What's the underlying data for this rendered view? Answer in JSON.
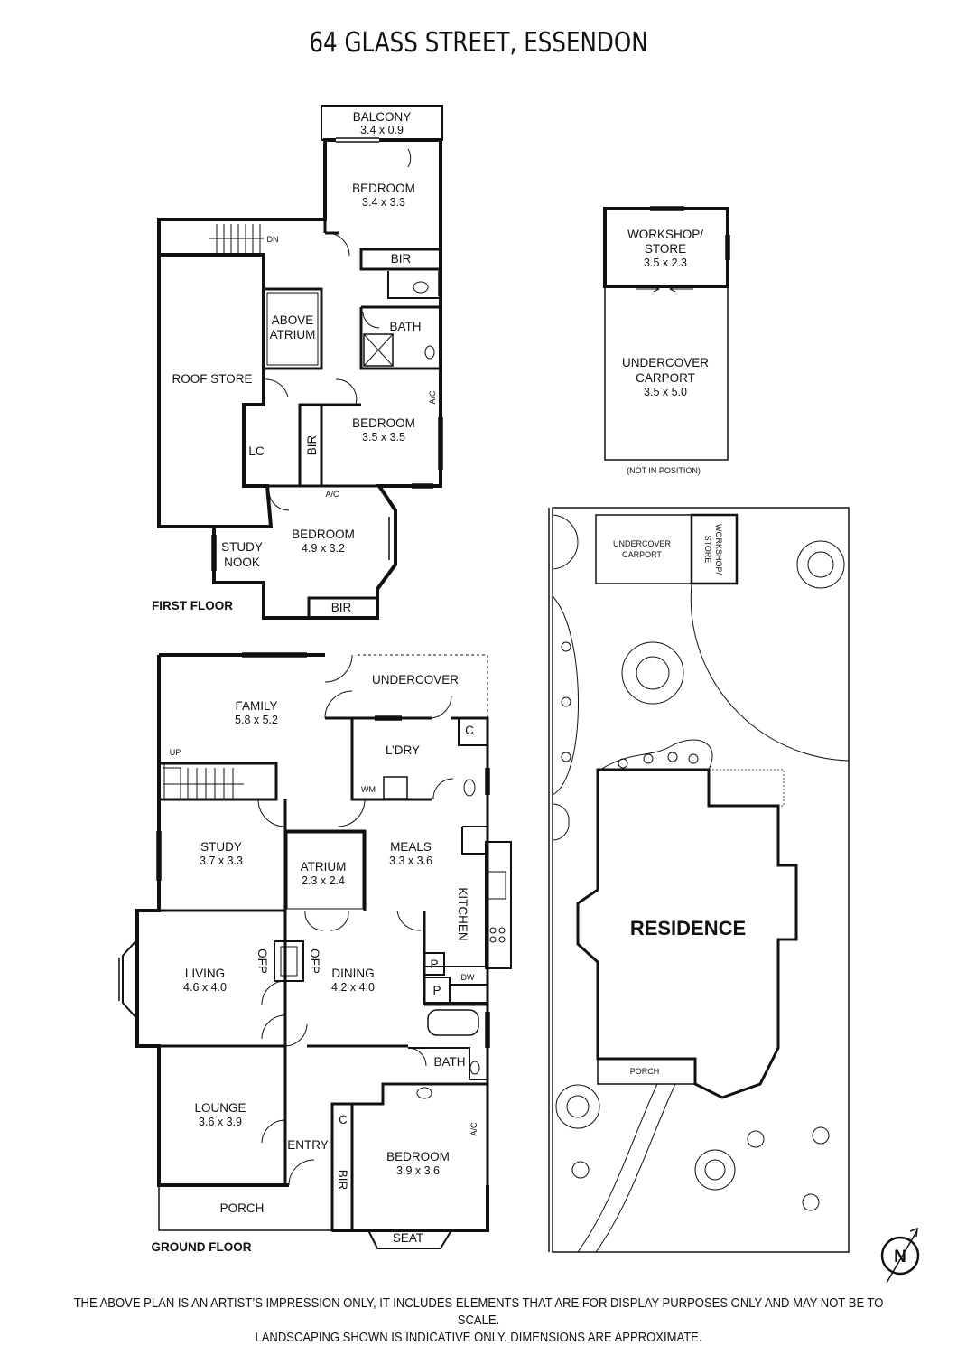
{
  "title": "64 GLASS STREET, ESSENDON",
  "disclaimer": {
    "line1": "THE ABOVE PLAN IS AN ARTIST’S IMPRESSION ONLY, IT INCLUDES ELEMENTS THAT ARE FOR DISPLAY PURPOSES ONLY AND MAY NOT BE TO SCALE.",
    "line2": "LANDSCAPING SHOWN IS INDICATIVE ONLY. DIMENSIONS ARE APPROXIMATE."
  },
  "first_floor": {
    "label": "FIRST FLOOR",
    "balcony": {
      "name": "BALCONY",
      "dim": "3.4 x 0.9"
    },
    "bedroom1": {
      "name": "BEDROOM",
      "dim": "3.4 x 3.3"
    },
    "bir1": "BIR",
    "stairs_dn": "DN",
    "above_atrium": {
      "line1": "ABOVE",
      "line2": "ATRIUM"
    },
    "bath": "BATH",
    "roof_store": "ROOF STORE",
    "lc": "LC",
    "bir2": "BIR",
    "bedroom2": {
      "name": "BEDROOM",
      "dim": "3.5 x 3.5"
    },
    "ac1": "A/C",
    "ac2": "A/C",
    "bedroom3": {
      "name": "BEDROOM",
      "dim": "4.9 x 3.2"
    },
    "study_nook": {
      "line1": "STUDY",
      "line2": "NOOK"
    },
    "bir3": "BIR"
  },
  "outbuilding": {
    "workshop": {
      "line1": "WORKSHOP/",
      "line2": "STORE",
      "dim": "3.5 x 2.3"
    },
    "carport": {
      "line1": "UNDERCOVER",
      "line2": "CARPORT",
      "dim": "3.5 x 5.0"
    },
    "note": "(NOT IN POSITION)"
  },
  "ground_floor": {
    "label": "GROUND FLOOR",
    "family": {
      "name": "FAMILY",
      "dim": "5.8 x 5.2"
    },
    "undercover": "UNDERCOVER",
    "up": "UP",
    "ldry": "L’DRY",
    "c1": "C",
    "wm": "WM",
    "study": {
      "name": "STUDY",
      "dim": "3.7 x 3.3"
    },
    "atrium": {
      "name": "ATRIUM",
      "dim": "2.3 x 2.4"
    },
    "meals": {
      "name": "MEALS",
      "dim": "3.3 x 3.6"
    },
    "kitchen": "KITCHEN",
    "living": {
      "name": "LIVING",
      "dim": "4.6 x 4.0"
    },
    "ofp1": "OFP",
    "ofp2": "OFP",
    "dining": {
      "name": "DINING",
      "dim": "4.2 x 4.0"
    },
    "p1": "P",
    "p2": "P",
    "dw": "DW",
    "bath": "BATH",
    "lounge": {
      "name": "LOUNGE",
      "dim": "3.6 x 3.9"
    },
    "entry": "ENTRY",
    "c2": "C",
    "bir": "BIR",
    "bedroom": {
      "name": "BEDROOM",
      "dim": "3.9 x 3.6"
    },
    "ac": "A/C",
    "porch": "PORCH",
    "seat": "SEAT"
  },
  "site": {
    "carport": {
      "line1": "UNDERCOVER",
      "line2": "CARPORT"
    },
    "workshop": {
      "line1": "WORKSHOP/",
      "line2": "STORE"
    },
    "residence": "RESIDENCE",
    "porch": "PORCH"
  },
  "compass": "N"
}
